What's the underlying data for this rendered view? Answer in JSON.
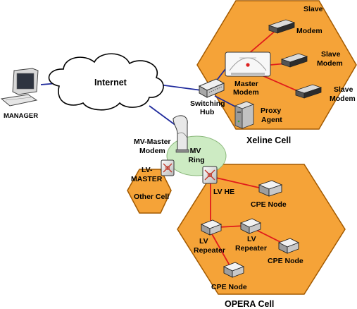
{
  "colors": {
    "cell_fill": "#F5A338",
    "cell_stroke": "#A35A00",
    "ring_fill": "#CDEBC3",
    "cloud_fill": "#FFFFFF",
    "link_blue": "#1F2A9C",
    "link_red": "#E01B1B"
  },
  "nodes": {
    "manager": "MANAGER",
    "internet": "Internet",
    "switching_hub": [
      "Switching",
      "Hub"
    ],
    "master_modem": [
      "Master",
      "Modem"
    ],
    "slave_modem_1": [
      "Slave",
      "Modem"
    ],
    "slave_modem_2": [
      "Slave",
      "Modem"
    ],
    "slave_modem_3": [
      "Slave",
      "Modem"
    ],
    "proxy_agent": [
      "Proxy",
      "Agent"
    ],
    "mv_master_modem": [
      "MV-Master",
      "Modem"
    ],
    "mv_ring": [
      "MV",
      "Ring"
    ],
    "lv_master": [
      "LV-",
      "MASTER"
    ],
    "lv_he": "LV HE",
    "cpe_node_1": "CPE Node",
    "cpe_node_2": "CPE Node",
    "cpe_node_3": "CPE Node",
    "lv_repeater_1": [
      "LV",
      "Repeater"
    ],
    "lv_repeater_2": [
      "LV",
      "Repeater"
    ]
  },
  "cells": {
    "xeline": "Xeline Cell",
    "other": "Other Cell",
    "opera": "OPERA Cell"
  },
  "icons": {
    "manager": "computer-icon",
    "internet": "cloud-icon",
    "switching_hub": "switch-icon",
    "modem": "modem-icon",
    "proxy_agent": "server-icon",
    "mv_master_modem": "dish-icon",
    "router": "router-icon",
    "node": "node-box-icon"
  }
}
